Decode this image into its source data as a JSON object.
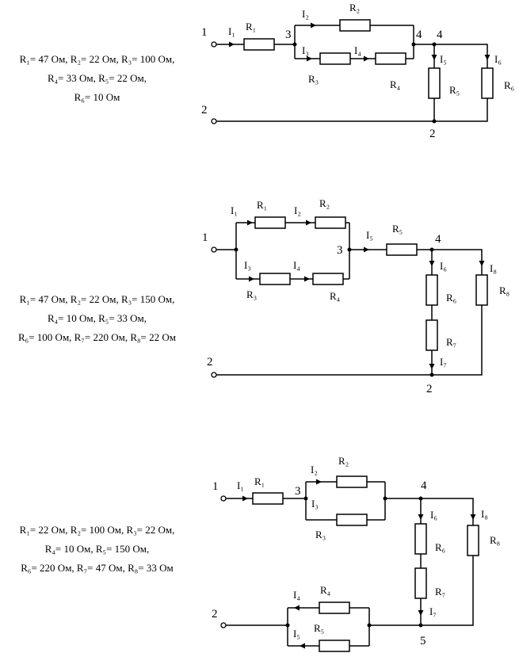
{
  "circuits": [
    {
      "params": [
        "R₁= 47 Ом, R₂= 22 Ом, R₃= 100 Ом,",
        "R₄= 33 Ом, R₅= 22 Ом,",
        "R₆= 10 Ом"
      ],
      "labels": {
        "n1": "1",
        "n2a": "2",
        "n2b": "2",
        "n3": "3",
        "n4a": "4",
        "n4b": "4",
        "I1": "I₁",
        "I2": "I₂",
        "I3": "I₃",
        "I4": "I₄",
        "I5": "I₅",
        "I6": "I₆",
        "R1": "R₁",
        "R2": "R₂",
        "R3": "R₃",
        "R4": "R₄",
        "R5": "R₅",
        "R6": "R₆"
      }
    },
    {
      "params": [
        "R₁= 47 Ом, R₂= 22 Ом, R₃= 150 Ом,",
        "R₄= 10 Ом, R₅= 33 Ом,",
        "R₆= 100 Ом, R₇= 220 Ом, R₈= 22 Ом"
      ],
      "labels": {
        "n1": "1",
        "n2a": "2",
        "n2b": "2",
        "n3": "3",
        "n4": "4",
        "I1": "I₁",
        "I2": "I₂",
        "I3": "I₃",
        "I4": "I₄",
        "I5": "I₅",
        "I6": "I₆",
        "I7": "I₇",
        "I8": "I₈",
        "R1": "R₁",
        "R2": "R₂",
        "R3": "R₃",
        "R4": "R₄",
        "R5": "R₅",
        "R6": "R₆",
        "R7": "R₇",
        "R8": "R₈"
      }
    },
    {
      "params": [
        "R₁= 22 Ом, R₂= 100 Ом, R₃= 22 Ом,",
        "R₄= 10 Ом, R₅= 150 Ом,",
        "R₆= 220 Ом, R₇= 47 Ом, R₈= 33 Ом"
      ],
      "labels": {
        "n1": "1",
        "n2": "2",
        "n3": "3",
        "n4": "4",
        "n5": "5",
        "I1": "I₁",
        "I2": "I₂",
        "I3": "I₃",
        "I4": "I₄",
        "I5": "I₅",
        "I6": "I₆",
        "I7": "I₇",
        "I8": "I₈",
        "R1": "R₁",
        "R2": "R₂",
        "R3": "R₃",
        "R4": "R₄",
        "R5": "R₅",
        "R6": "R₆",
        "R7": "R₇",
        "R8": "R₈"
      }
    }
  ]
}
